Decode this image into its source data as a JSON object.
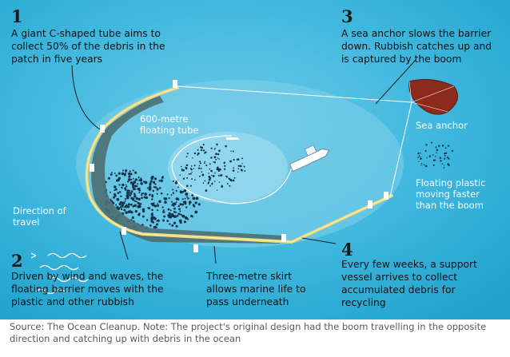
{
  "steps": [
    {
      "number": "1",
      "text": "A giant C-shaped tube aims to collect 50% of the debris in the patch in five years"
    },
    {
      "number": "2",
      "text": "Driven by wind and waves, the floating barrier moves with the plastic and other rubbish"
    },
    {
      "number": "3",
      "text": "A sea anchor slows the barrier down. Rubbish catches up and is captured by the boom"
    },
    {
      "number": "4",
      "text": "Every few weeks, a support vessel arrives to collect accumulated debris for recycling"
    }
  ],
  "labels": {
    "tube": "600-metre floating tube",
    "sea_anchor": "Sea anchor",
    "floating_plastic": "Floating plastic moving faster than the boom",
    "direction": "Direction of travel",
    "skirt": "Three-metre skirt allows marine life to pass underneath"
  },
  "source": "Source: The Ocean Cleanup. Note: The project's original design had the boom travelling in the opposite direction and catching up with debris in the ocean",
  "colors": {
    "ocean": "#2fb2d9",
    "ocean_light": "#82d3ec",
    "boom": "#e9d77c",
    "skirt": "#4d6f72",
    "anchor": "#8c2a1c",
    "debris": "#15324a"
  }
}
